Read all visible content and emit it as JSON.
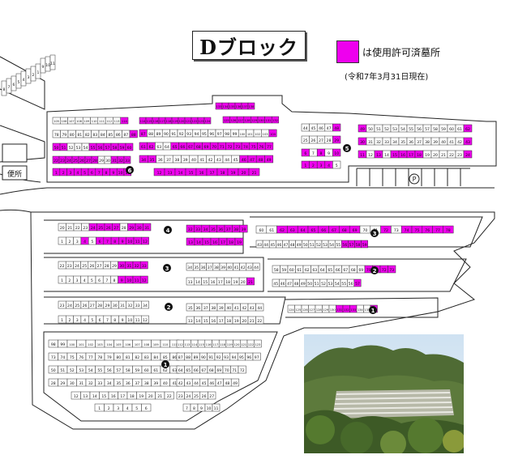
{
  "title": "Dブロック",
  "legend": {
    "color": "#ee00ee",
    "label": "は使用許可済墓所",
    "date": "(令和7年3月31日現在)"
  },
  "toilet_label": "便所",
  "photo_alt": "cemetery hillside terraces",
  "rows": [
    {
      "id": "r6a",
      "section": "6",
      "start": 105,
      "end": 114,
      "used": [
        114
      ]
    },
    {
      "id": "r6b",
      "section": "6",
      "start": 78,
      "end": 88,
      "used": [
        88
      ]
    },
    {
      "id": "r6c",
      "section": "6",
      "start": 50,
      "end": 60,
      "used": [
        50,
        51,
        55,
        56,
        57,
        58,
        59,
        60
      ]
    },
    {
      "id": "r6d",
      "section": "6",
      "start": 22,
      "end": 33,
      "used": [
        22,
        23,
        24,
        25,
        26,
        27,
        28,
        31,
        32,
        33
      ]
    },
    {
      "id": "r6e",
      "section": "6",
      "start": 1,
      "end": 11,
      "used": [
        1,
        2,
        3,
        4,
        5,
        6,
        7,
        8,
        9,
        10,
        11
      ]
    },
    {
      "id": "r6f",
      "section": "6",
      "start": 114,
      "end": 124,
      "used": [
        114,
        115,
        116,
        117,
        118,
        119,
        120,
        121,
        122,
        123,
        124
      ]
    },
    {
      "id": "r6g",
      "section": "6",
      "start": 133,
      "end": 138,
      "used": [
        133,
        134,
        135,
        136,
        137,
        138
      ]
    },
    {
      "id": "r6h",
      "section": "6",
      "start": 125,
      "end": 132,
      "used": [
        125,
        126,
        127,
        128,
        129,
        130,
        131,
        132
      ]
    },
    {
      "id": "r6i",
      "section": "6",
      "start": 87,
      "end": 104,
      "used": [
        87,
        104
      ]
    },
    {
      "id": "r6j",
      "section": "6",
      "start": 61,
      "end": 77,
      "used": [
        61,
        62,
        65,
        66,
        67,
        68,
        69,
        70,
        71,
        72,
        73,
        74,
        75,
        76,
        77
      ]
    },
    {
      "id": "r6k",
      "section": "6",
      "start": 34,
      "end": 49,
      "used": [
        34,
        35,
        46,
        47,
        48,
        49
      ]
    },
    {
      "id": "r6l",
      "section": "6",
      "start": 12,
      "end": 21,
      "used": [
        12,
        13,
        14,
        15,
        16,
        17,
        18,
        19,
        20,
        21
      ]
    },
    {
      "id": "r5a",
      "section": "5",
      "start": 44,
      "end": 48,
      "used": [
        48
      ]
    },
    {
      "id": "r5b",
      "section": "5",
      "start": 25,
      "end": 29,
      "used": [
        29
      ]
    },
    {
      "id": "r5c",
      "section": "5",
      "start": 6,
      "end": 10,
      "used": [
        6,
        8,
        10
      ]
    },
    {
      "id": "r5d",
      "section": "5",
      "start": 1,
      "end": 5,
      "used": [
        1,
        2,
        3,
        4
      ]
    },
    {
      "id": "r5e",
      "section": "5",
      "start": 49,
      "end": 62,
      "used": [
        49,
        62
      ]
    },
    {
      "id": "r5f",
      "section": "5",
      "start": 30,
      "end": 43,
      "used": [
        30,
        43
      ]
    },
    {
      "id": "r5g",
      "section": "5",
      "start": 11,
      "end": 24,
      "used": [
        11,
        13,
        15,
        16,
        17,
        18,
        24
      ]
    },
    {
      "id": "r4a",
      "section": "4",
      "start": 20,
      "end": 31,
      "used": [
        24,
        25,
        26,
        27,
        29,
        30,
        31
      ]
    },
    {
      "id": "r4b",
      "section": "4",
      "start": 1,
      "end": 12,
      "used": [
        4,
        6,
        7,
        8,
        9,
        10,
        11,
        12
      ]
    },
    {
      "id": "r4c",
      "section": "4",
      "start": 32,
      "end": 39,
      "used": [
        32,
        33,
        34,
        35,
        36,
        37,
        38,
        39
      ]
    },
    {
      "id": "r4d",
      "section": "4",
      "start": 13,
      "end": 19,
      "used": [
        13,
        14,
        15,
        16,
        17,
        18,
        19
      ]
    },
    {
      "id": "r3a",
      "section": "3",
      "start": 60,
      "end": 78,
      "used": [
        62,
        63,
        64,
        65,
        66,
        67,
        68,
        69,
        72,
        74,
        75,
        76,
        77,
        78
      ]
    },
    {
      "id": "r3b",
      "section": "3",
      "start": 43,
      "end": 59,
      "used": [
        56,
        57,
        58,
        59
      ]
    },
    {
      "id": "r3c",
      "section": "3",
      "start": 22,
      "end": 33,
      "used": [
        30,
        31,
        32,
        33
      ]
    },
    {
      "id": "r3d",
      "section": "3",
      "start": 1,
      "end": 12,
      "used": [
        9,
        10,
        11,
        12
      ]
    },
    {
      "id": "r3e",
      "section": "3",
      "start": 34,
      "end": 44,
      "used": []
    },
    {
      "id": "r3f",
      "section": "3",
      "start": 13,
      "end": 21,
      "used": [
        21
      ]
    },
    {
      "id": "r2a",
      "section": "2",
      "start": 58,
      "end": 73,
      "used": [
        70,
        71,
        72,
        73
      ]
    },
    {
      "id": "r2b",
      "section": "2",
      "start": 45,
      "end": 57,
      "used": [
        57
      ]
    },
    {
      "id": "r2c",
      "section": "2",
      "start": 23,
      "end": 34,
      "used": []
    },
    {
      "id": "r2d",
      "section": "2",
      "start": 1,
      "end": 12,
      "used": []
    },
    {
      "id": "r2e",
      "section": "2",
      "start": 35,
      "end": 44,
      "used": []
    },
    {
      "id": "r2f",
      "section": "2",
      "start": 13,
      "end": 22,
      "used": []
    },
    {
      "id": "r1a",
      "section": "1",
      "start": 124,
      "end": 136,
      "used": [
        131,
        132,
        133,
        136
      ]
    },
    {
      "id": "r1b",
      "section": "1",
      "start": 98,
      "end": 111,
      "used": []
    },
    {
      "id": "r1c",
      "section": "1",
      "start": 73,
      "end": 86,
      "used": []
    },
    {
      "id": "r1d",
      "section": "1",
      "start": 50,
      "end": 63,
      "used": []
    },
    {
      "id": "r1e",
      "section": "1",
      "start": 28,
      "end": 41,
      "used": []
    },
    {
      "id": "r1f",
      "section": "1",
      "start": 12,
      "end": 22,
      "used": []
    },
    {
      "id": "r1g",
      "section": "1",
      "start": 1,
      "end": 6,
      "used": []
    },
    {
      "id": "r1h",
      "section": "1",
      "start": 112,
      "end": 123,
      "used": []
    },
    {
      "id": "r1i",
      "section": "1",
      "start": 87,
      "end": 97,
      "used": []
    },
    {
      "id": "r1j",
      "section": "1",
      "start": 64,
      "end": 72,
      "used": []
    },
    {
      "id": "r1k",
      "section": "1",
      "start": 42,
      "end": 49,
      "used": []
    },
    {
      "id": "r1l",
      "section": "1",
      "start": 23,
      "end": 27,
      "used": []
    },
    {
      "id": "r1m",
      "section": "1",
      "start": 7,
      "end": 11,
      "used": []
    }
  ],
  "section_labels": [
    "6",
    "5",
    "4",
    "3",
    "2",
    "1"
  ],
  "side_block_numbers": [
    "8",
    "7",
    "6",
    "5",
    "4",
    "3",
    "2",
    "1",
    "9",
    "10",
    "11"
  ]
}
